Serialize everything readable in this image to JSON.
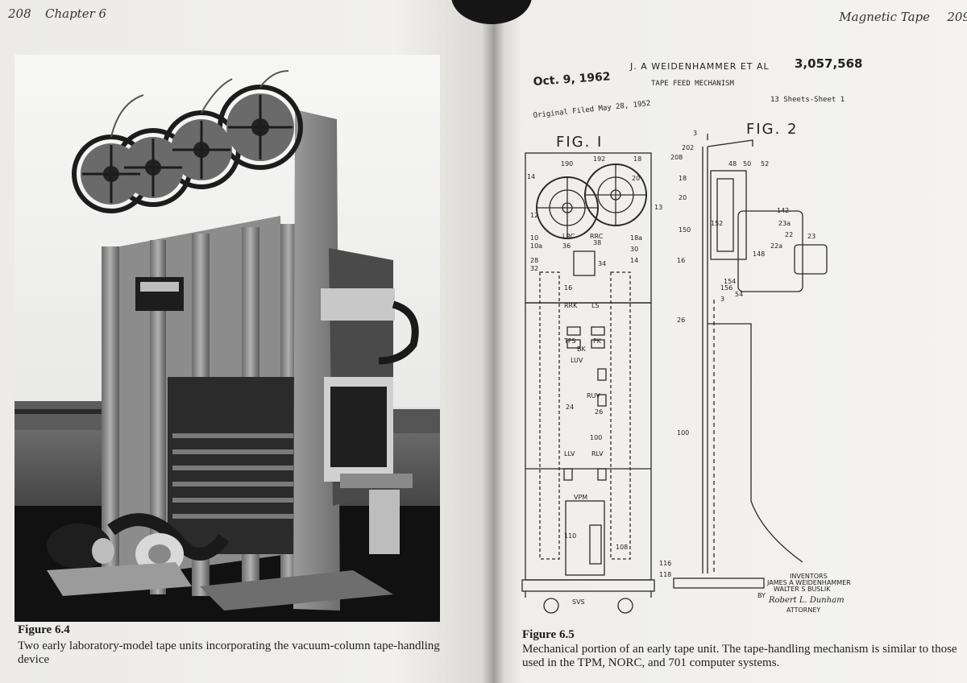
{
  "left_page": {
    "folio": "208",
    "running_head": "Chapter 6",
    "figure": {
      "label": "Figure 6.4",
      "caption": "Two early laboratory-model tape units incorporating the vacuum-column tape-handling device"
    }
  },
  "right_page": {
    "running_head": "Magnetic Tape",
    "folio": "209",
    "figure": {
      "label": "Figure 6.5",
      "caption": "Mechanical portion of an early tape unit. The tape-handling mechanism is similar to those used in the TPM, NORC, and 701 computer systems."
    },
    "patent": {
      "date": "Oct. 9, 1962",
      "inventors_header": "J. A WEIDENHAMMER ET AL",
      "number": "3,057,568",
      "title": "TAPE FEED MECHANISM",
      "filed": "Original Filed May 28, 1952",
      "sheets": "13 Sheets-Sheet 1",
      "fig1": "FIG. I",
      "fig2": "FIG. 2",
      "fig1_labels": [
        "14",
        "190",
        "192",
        "18",
        "20",
        "12",
        "13",
        "LRC",
        "RRC",
        "36",
        "38",
        "10",
        "10a",
        "18a",
        "30",
        "28",
        "32",
        "34",
        "14",
        "16",
        "RRK",
        "LS",
        "TFS",
        "FK",
        "BK",
        "LUV",
        "RUV",
        "24",
        "26",
        "100",
        "LLV",
        "RLV",
        "VPM",
        "110",
        "108",
        "SVS"
      ],
      "fig2_labels": [
        "3",
        "202",
        "208",
        "48",
        "50",
        "52",
        "18",
        "20",
        "142",
        "23a",
        "22",
        "23",
        "150",
        "152",
        "22a",
        "148",
        "16",
        "154",
        "156",
        "54",
        "3",
        "26",
        "100",
        "116",
        "118"
      ],
      "inventors_label": "INVENTORS",
      "inventor_1": "JAMES A WEIDENHAMMER",
      "inventor_2": "WALTER S BUSLIK",
      "by": "BY",
      "signature": "Robert L. Dunham",
      "attorney_label": "ATTORNEY"
    }
  }
}
